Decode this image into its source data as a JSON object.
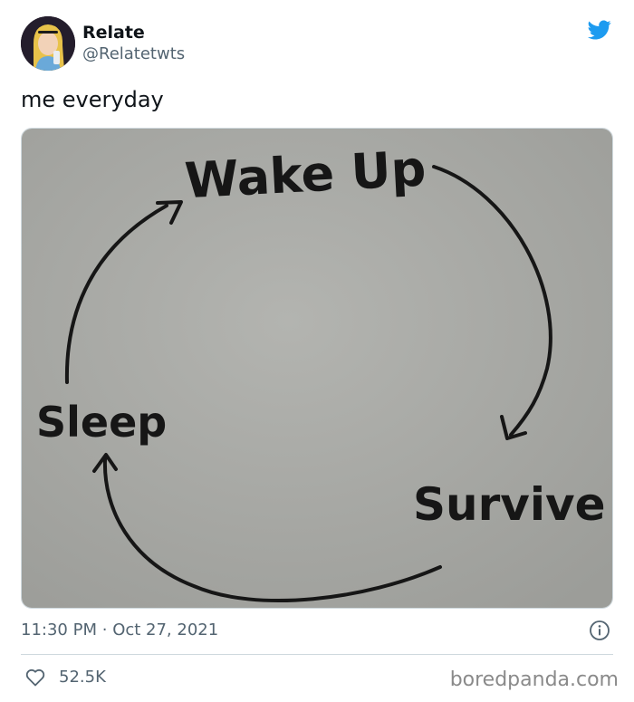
{
  "tweet": {
    "display_name": "Relate",
    "handle": "@Relatetwts",
    "text": "me everyday",
    "time": "11:30 PM",
    "separator": "·",
    "date": "Oct 27, 2021",
    "likes": "52.5K"
  },
  "image": {
    "labels": {
      "wake_up": "Wake Up",
      "survive": "Survive",
      "sleep": "Sleep"
    }
  },
  "watermark": "boredpanda.com",
  "icons": {
    "avatar": "avatar-icon",
    "platform": "twitter-bird-icon",
    "info": "info-icon",
    "like": "heart-icon"
  },
  "colors": {
    "twitter_blue": "#1d9bf0",
    "text_primary": "#0f1419",
    "text_secondary": "#536471",
    "paper": "#a9aaa6",
    "ink": "#161616"
  }
}
